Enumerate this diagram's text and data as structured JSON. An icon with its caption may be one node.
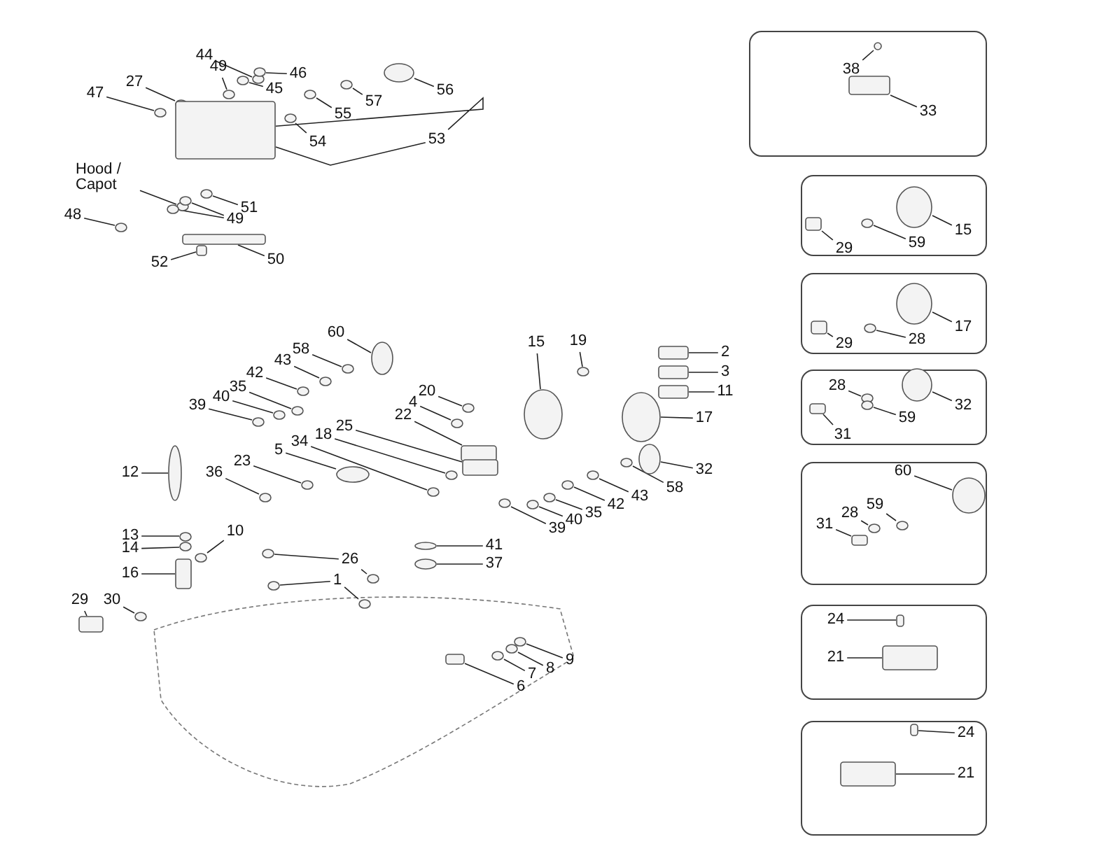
{
  "diagram": {
    "nodes": [
      {
        "text": [
          "44"
        ]
      },
      {
        "text": [
          "49"
        ]
      },
      {
        "text": [
          "46"
        ]
      },
      {
        "text": [
          "45"
        ]
      },
      {
        "text": [
          "27"
        ]
      },
      {
        "text": [
          "47"
        ]
      },
      {
        "text": [
          "56"
        ]
      },
      {
        "text": [
          "57"
        ]
      },
      {
        "text": [
          "55"
        ]
      },
      {
        "text": [
          "54"
        ]
      },
      {
        "text": [
          "53"
        ]
      },
      {
        "text": [
          "Hood / Capot"
        ]
      },
      {
        "text": [
          "51"
        ]
      },
      {
        "text": [
          "49"
        ]
      },
      {
        "text": [
          "48"
        ]
      },
      {
        "text": [
          "52"
        ]
      },
      {
        "text": [
          "50"
        ]
      },
      {
        "text": [
          "60"
        ]
      },
      {
        "text": [
          "58"
        ]
      },
      {
        "text": [
          "43"
        ]
      },
      {
        "text": [
          "42"
        ]
      },
      {
        "text": [
          "35"
        ]
      },
      {
        "text": [
          "40"
        ]
      },
      {
        "text": [
          "39"
        ]
      },
      {
        "text": [
          "15"
        ]
      },
      {
        "text": [
          "19"
        ]
      },
      {
        "text": [
          "2"
        ]
      },
      {
        "text": [
          "3"
        ]
      },
      {
        "text": [
          "11"
        ]
      },
      {
        "text": [
          "20"
        ]
      },
      {
        "text": [
          "4"
        ]
      },
      {
        "text": [
          "17"
        ]
      },
      {
        "text": [
          "22"
        ]
      },
      {
        "text": [
          "25"
        ]
      },
      {
        "text": [
          "18"
        ]
      },
      {
        "text": [
          "34"
        ]
      },
      {
        "text": [
          "5"
        ]
      },
      {
        "text": [
          "23"
        ]
      },
      {
        "text": [
          "36"
        ]
      },
      {
        "text": [
          "12"
        ]
      },
      {
        "text": [
          "32"
        ]
      },
      {
        "text": [
          "58"
        ]
      },
      {
        "text": [
          "43"
        ]
      },
      {
        "text": [
          "42"
        ]
      },
      {
        "text": [
          "35"
        ]
      },
      {
        "text": [
          "40"
        ]
      },
      {
        "text": [
          "39"
        ]
      },
      {
        "text": [
          "10"
        ]
      },
      {
        "text": [
          "13"
        ]
      },
      {
        "text": [
          "14"
        ]
      },
      {
        "text": [
          "16"
        ]
      },
      {
        "text": [
          "41"
        ]
      },
      {
        "text": [
          "37"
        ]
      },
      {
        "text": [
          "26"
        ]
      },
      {
        "text": [
          "1"
        ]
      },
      {
        "text": [
          "29"
        ]
      },
      {
        "text": [
          "30"
        ]
      },
      {
        "text": [
          "9"
        ]
      },
      {
        "text": [
          "8"
        ]
      },
      {
        "text": [
          "7"
        ]
      },
      {
        "text": [
          "6"
        ]
      },
      {
        "text": [],
        "shape": "box"
      },
      {
        "text": [
          "38"
        ],
        "in": 61
      },
      {
        "text": [
          "33"
        ],
        "in": 61
      },
      {
        "text": [],
        "shape": "box"
      },
      {
        "text": [
          "15"
        ],
        "in": 64
      },
      {
        "text": [
          "29"
        ],
        "in": 64
      },
      {
        "text": [
          "59"
        ],
        "in": 64
      },
      {
        "text": [],
        "shape": "box"
      },
      {
        "text": [
          "17"
        ],
        "in": 68
      },
      {
        "text": [
          "29"
        ],
        "in": 68
      },
      {
        "text": [
          "28"
        ],
        "in": 68
      },
      {
        "text": [],
        "shape": "box"
      },
      {
        "text": [
          "28"
        ],
        "in": 72
      },
      {
        "text": [
          "32"
        ],
        "in": 72
      },
      {
        "text": [
          "59"
        ],
        "in": 72
      },
      {
        "text": [
          "31"
        ],
        "in": 72
      },
      {
        "text": [],
        "shape": "box"
      },
      {
        "text": [
          "60"
        ],
        "in": 77
      },
      {
        "text": [
          "59"
        ],
        "in": 77
      },
      {
        "text": [
          "28"
        ],
        "in": 77
      },
      {
        "text": [
          "31"
        ],
        "in": 77
      },
      {
        "text": [],
        "shape": "box"
      },
      {
        "text": [
          "24"
        ],
        "in": 82
      },
      {
        "text": [
          "21"
        ],
        "in": 82
      },
      {
        "text": [],
        "shape": "box"
      },
      {
        "text": [
          "24"
        ],
        "in": 85
      },
      {
        "text": [
          "21"
        ],
        "in": 85
      },
      {
        "text": [],
        "shape": "circle"
      },
      {
        "text": [],
        "shape": "circle"
      },
      {
        "text": [],
        "shape": "circle"
      },
      {
        "text": [],
        "shape": "circle"
      },
      {
        "text": [],
        "shape": "circle"
      },
      {
        "text": [],
        "shape": "circle"
      },
      {
        "text": [],
        "shape": "circle"
      },
      {
        "text": [],
        "shape": "circle"
      },
      {
        "text": [],
        "shape": "circle"
      },
      {
        "text": [],
        "shape": "circle"
      },
      {
        "text": [],
        "shape": "box"
      },
      {
        "text": [],
        "shape": "circle"
      },
      {
        "text": [],
        "shape": "circle"
      },
      {
        "text": [],
        "shape": "circle"
      },
      {
        "text": [],
        "shape": "circle"
      },
      {
        "text": [],
        "shape": "circle"
      },
      {
        "text": [],
        "shape": "box"
      },
      {
        "text": [],
        "shape": "box"
      },
      {
        "text": [],
        "shape": "circle"
      },
      {
        "text": [],
        "shape": "circle"
      },
      {
        "text": [],
        "shape": "circle"
      },
      {
        "text": [],
        "shape": "circle"
      },
      {
        "text": [],
        "shape": "circle"
      },
      {
        "text": [],
        "shape": "circle"
      },
      {
        "text": [],
        "shape": "circle"
      },
      {
        "text": [],
        "shape": "circle"
      },
      {
        "text": [],
        "shape": "circle"
      },
      {
        "text": [],
        "shape": "box"
      },
      {
        "text": [],
        "shape": "box"
      },
      {
        "text": [],
        "shape": "box"
      },
      {
        "text": [],
        "shape": "circle"
      },
      {
        "text": [],
        "shape": "circle"
      },
      {
        "text": [],
        "shape": "circle"
      },
      {
        "text": [],
        "shape": "box"
      },
      {
        "text": [],
        "shape": "box"
      },
      {
        "text": [],
        "shape": "circle"
      },
      {
        "text": [],
        "shape": "circle"
      },
      {
        "text": [],
        "shape": "circle"
      },
      {
        "text": [],
        "shape": "circle"
      },
      {
        "text": [],
        "shape": "circle"
      },
      {
        "text": [],
        "shape": "circle"
      },
      {
        "text": [],
        "shape": "circle"
      },
      {
        "text": [],
        "shape": "circle"
      },
      {
        "text": [],
        "shape": "circle"
      },
      {
        "text": [],
        "shape": "circle"
      },
      {
        "text": [],
        "shape": "circle"
      },
      {
        "text": [],
        "shape": "circle"
      },
      {
        "text": [],
        "shape": "circle"
      },
      {
        "text": [],
        "shape": "circle"
      },
      {
        "text": [],
        "shape": "circle"
      },
      {
        "text": [],
        "shape": "circle"
      },
      {
        "text": [],
        "shape": "box"
      },
      {
        "text": [],
        "shape": "circle"
      },
      {
        "text": [],
        "shape": "circle"
      },
      {
        "text": [],
        "shape": "circle"
      },
      {
        "text": [],
        "shape": "circle"
      },
      {
        "text": [],
        "shape": "circle"
      },
      {
        "text": [],
        "shape": "circle"
      },
      {
        "text": [],
        "shape": "box"
      },
      {
        "text": [],
        "shape": "circle"
      },
      {
        "text": [],
        "shape": "circle"
      },
      {
        "text": [],
        "shape": "circle"
      },
      {
        "text": [],
        "shape": "circle"
      },
      {
        "text": [],
        "shape": "box"
      },
      {
        "text": [],
        "shape": "circle",
        "in": 61
      },
      {
        "text": [],
        "shape": "box",
        "in": 61
      },
      {
        "text": [],
        "shape": "circle",
        "in": 64
      },
      {
        "text": [],
        "shape": "box",
        "in": 64
      },
      {
        "text": [],
        "shape": "circle",
        "in": 64
      },
      {
        "text": [],
        "shape": "circle",
        "in": 68
      },
      {
        "text": [],
        "shape": "box",
        "in": 68
      },
      {
        "text": [],
        "shape": "circle",
        "in": 68
      },
      {
        "text": [],
        "shape": "circle",
        "in": 72
      },
      {
        "text": [],
        "shape": "circle",
        "in": 72
      },
      {
        "text": [],
        "shape": "circle",
        "in": 72
      },
      {
        "text": [],
        "shape": "box",
        "in": 72
      },
      {
        "text": [],
        "shape": "circle",
        "in": 77
      },
      {
        "text": [],
        "shape": "circle",
        "in": 77
      },
      {
        "text": [],
        "shape": "circle",
        "in": 77
      },
      {
        "text": [],
        "shape": "box",
        "in": 77
      },
      {
        "text": [],
        "shape": "box",
        "in": 82
      },
      {
        "text": [],
        "shape": "box",
        "in": 82
      },
      {
        "text": [],
        "shape": "box",
        "in": 85
      },
      {
        "text": [],
        "shape": "box",
        "in": 85
      }
    ],
    "edges": [
      {
        "from": 0,
        "to": 88,
        "arrow": "none"
      },
      {
        "from": 1,
        "to": 89,
        "arrow": "none"
      },
      {
        "from": 2,
        "to": 90,
        "arrow": "none"
      },
      {
        "from": 3,
        "to": 91,
        "arrow": "none"
      },
      {
        "from": 4,
        "to": 92,
        "arrow": "none"
      },
      {
        "from": 5,
        "to": 93,
        "arrow": "none"
      },
      {
        "from": 6,
        "to": 94,
        "arrow": "none"
      },
      {
        "from": 7,
        "to": 95,
        "arrow": "none"
      },
      {
        "from": 8,
        "to": 96,
        "arrow": "none"
      },
      {
        "from": 9,
        "to": 97,
        "arrow": "none"
      },
      {
        "from": 10,
        "to": 98,
        "arrow": "none"
      },
      {
        "from": 10,
        "to": 98,
        "arrow": "none"
      },
      {
        "from": 11,
        "to": 99,
        "arrow": "none"
      },
      {
        "from": 12,
        "to": 100,
        "arrow": "none"
      },
      {
        "from": 13,
        "to": 101,
        "arrow": "none"
      },
      {
        "from": 13,
        "to": 102,
        "arrow": "none"
      },
      {
        "from": 14,
        "to": 103,
        "arrow": "none"
      },
      {
        "from": 15,
        "to": 104,
        "arrow": "none"
      },
      {
        "from": 16,
        "to": 105,
        "arrow": "none"
      },
      {
        "from": 17,
        "to": 106,
        "arrow": "none"
      },
      {
        "from": 18,
        "to": 107,
        "arrow": "none"
      },
      {
        "from": 19,
        "to": 108,
        "arrow": "none"
      },
      {
        "from": 20,
        "to": 109,
        "arrow": "none"
      },
      {
        "from": 21,
        "to": 110,
        "arrow": "none"
      },
      {
        "from": 22,
        "to": 111,
        "arrow": "none"
      },
      {
        "from": 23,
        "to": 112,
        "arrow": "none"
      },
      {
        "from": 24,
        "to": 113,
        "arrow": "none"
      },
      {
        "from": 25,
        "to": 114,
        "arrow": "none"
      },
      {
        "from": 26,
        "to": 115,
        "arrow": "none"
      },
      {
        "from": 27,
        "to": 116,
        "arrow": "none"
      },
      {
        "from": 28,
        "to": 117,
        "arrow": "none"
      },
      {
        "from": 29,
        "to": 118,
        "arrow": "none"
      },
      {
        "from": 30,
        "to": 119,
        "arrow": "none"
      },
      {
        "from": 31,
        "to": 120,
        "arrow": "none"
      },
      {
        "from": 32,
        "to": 121,
        "arrow": "none"
      },
      {
        "from": 33,
        "to": 122,
        "arrow": "none"
      },
      {
        "from": 34,
        "to": 123,
        "arrow": "none"
      },
      {
        "from": 35,
        "to": 124,
        "arrow": "none"
      },
      {
        "from": 36,
        "to": 125,
        "arrow": "none"
      },
      {
        "from": 37,
        "to": 126,
        "arrow": "none"
      },
      {
        "from": 38,
        "to": 127,
        "arrow": "none"
      },
      {
        "from": 39,
        "to": 128,
        "arrow": "none"
      },
      {
        "from": 40,
        "to": 129,
        "arrow": "none"
      },
      {
        "from": 41,
        "to": 130,
        "arrow": "none"
      },
      {
        "from": 42,
        "to": 131,
        "arrow": "none"
      },
      {
        "from": 43,
        "to": 132,
        "arrow": "none"
      },
      {
        "from": 44,
        "to": 133,
        "arrow": "none"
      },
      {
        "from": 45,
        "to": 134,
        "arrow": "none"
      },
      {
        "from": 46,
        "to": 135,
        "arrow": "none"
      },
      {
        "from": 47,
        "to": 136,
        "arrow": "none"
      },
      {
        "from": 48,
        "to": 137,
        "arrow": "none"
      },
      {
        "from": 49,
        "to": 138,
        "arrow": "none"
      },
      {
        "from": 50,
        "to": 139,
        "arrow": "none"
      },
      {
        "from": 51,
        "to": 140,
        "arrow": "none"
      },
      {
        "from": 52,
        "to": 141,
        "arrow": "none"
      },
      {
        "from": 53,
        "to": 142,
        "arrow": "none"
      },
      {
        "from": 53,
        "to": 143,
        "arrow": "none"
      },
      {
        "from": 54,
        "to": 144,
        "arrow": "none"
      },
      {
        "from": 54,
        "to": 145,
        "arrow": "none"
      },
      {
        "from": 55,
        "to": 146,
        "arrow": "none"
      },
      {
        "from": 56,
        "to": 147,
        "arrow": "none"
      },
      {
        "from": 57,
        "to": 148,
        "arrow": "none"
      },
      {
        "from": 58,
        "to": 149,
        "arrow": "none"
      },
      {
        "from": 59,
        "to": 150,
        "arrow": "none"
      },
      {
        "from": 60,
        "to": 151,
        "arrow": "none"
      },
      {
        "from": 62,
        "to": 152,
        "arrow": "none"
      },
      {
        "from": 63,
        "to": 153,
        "arrow": "none"
      },
      {
        "from": 65,
        "to": 154,
        "arrow": "none"
      },
      {
        "from": 66,
        "to": 155,
        "arrow": "none"
      },
      {
        "from": 67,
        "to": 156,
        "arrow": "none"
      },
      {
        "from": 69,
        "to": 157,
        "arrow": "none"
      },
      {
        "from": 70,
        "to": 158,
        "arrow": "none"
      },
      {
        "from": 71,
        "to": 159,
        "arrow": "none"
      },
      {
        "from": 73,
        "to": 160,
        "arrow": "none"
      },
      {
        "from": 74,
        "to": 161,
        "arrow": "none"
      },
      {
        "from": 75,
        "to": 162,
        "arrow": "none"
      },
      {
        "from": 76,
        "to": 163,
        "arrow": "none"
      },
      {
        "from": 78,
        "to": 164,
        "arrow": "none"
      },
      {
        "from": 79,
        "to": 165,
        "arrow": "none"
      },
      {
        "from": 80,
        "to": 166,
        "arrow": "none"
      },
      {
        "from": 81,
        "to": 167,
        "arrow": "none"
      },
      {
        "from": 83,
        "to": 168,
        "arrow": "none"
      },
      {
        "from": 84,
        "to": 169,
        "arrow": "none"
      },
      {
        "from": 86,
        "to": 170,
        "arrow": "none"
      },
      {
        "from": 87,
        "to": 171,
        "arrow": "none"
      }
    ]
  }
}
